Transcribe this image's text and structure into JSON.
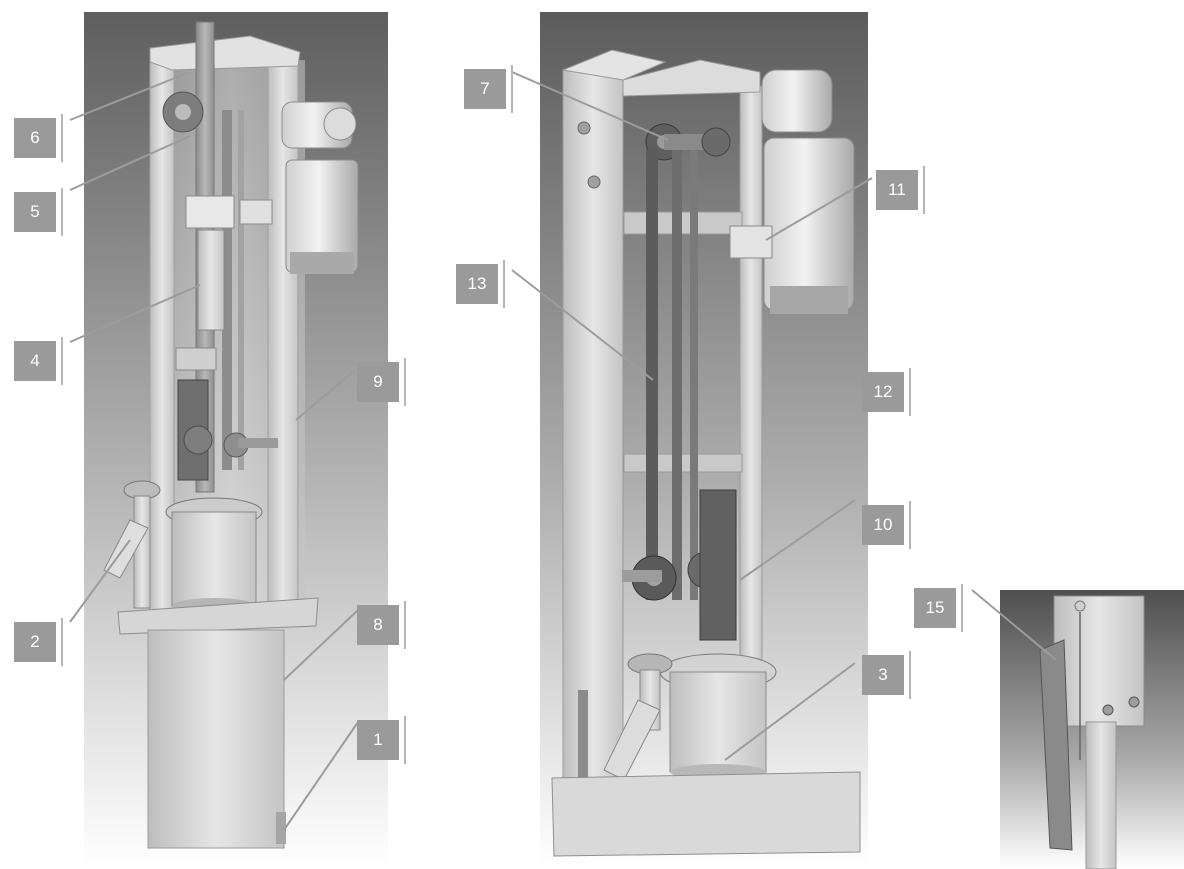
{
  "callouts": [
    "6",
    "5",
    "4",
    "2",
    "9",
    "8",
    "1",
    "7",
    "13",
    "11",
    "12",
    "10",
    "3",
    "15"
  ],
  "colors": {
    "callout_box": "#9a9a9a",
    "callout_text": "#ffffff",
    "leader_line": "#9c9c9c",
    "frame_metal": "#d4d4d4",
    "background_dark": "#6f6f6f"
  }
}
